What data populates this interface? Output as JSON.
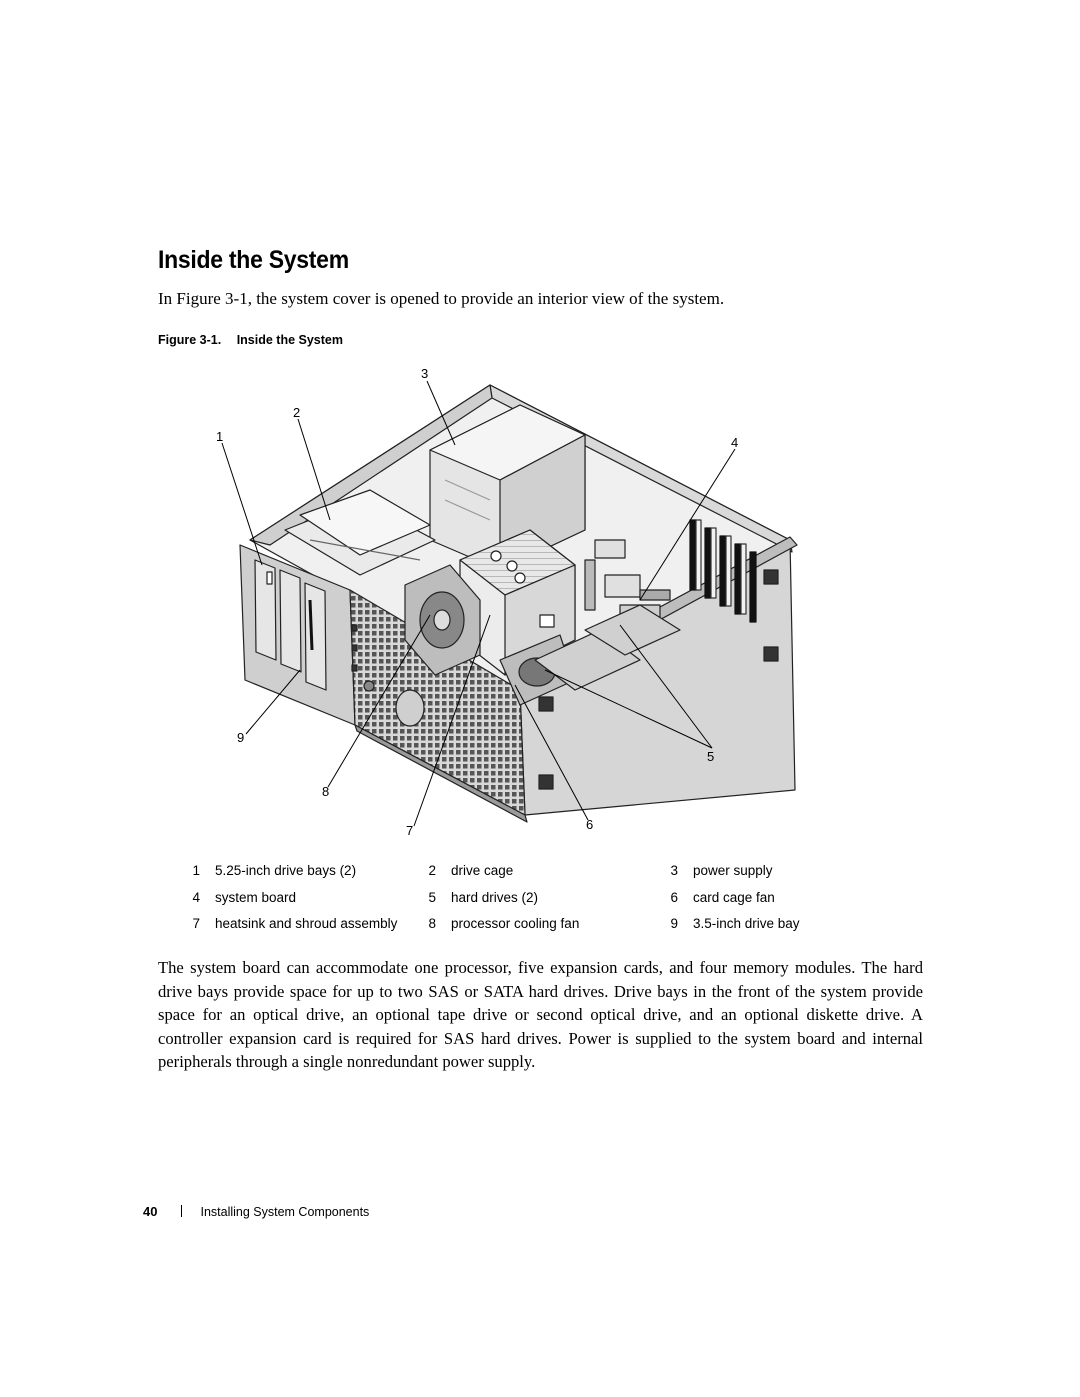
{
  "section": {
    "title": "Inside the System",
    "intro": "In Figure 3-1, the system cover is opened to provide an interior view of the system."
  },
  "figure": {
    "caption_number": "Figure 3-1.",
    "caption_title": "Inside the System",
    "callouts": [
      "1",
      "2",
      "3",
      "4",
      "5",
      "6",
      "7",
      "8",
      "9"
    ]
  },
  "legend": {
    "rows": [
      [
        {
          "num": "1",
          "label": "5.25-inch drive bays (2)"
        },
        {
          "num": "2",
          "label": "drive cage"
        },
        {
          "num": "3",
          "label": "power supply"
        }
      ],
      [
        {
          "num": "4",
          "label": "system board"
        },
        {
          "num": "5",
          "label": "hard drives (2)"
        },
        {
          "num": "6",
          "label": "card cage fan"
        }
      ],
      [
        {
          "num": "7",
          "label": "heatsink and shroud assembly"
        },
        {
          "num": "8",
          "label": "processor cooling fan"
        },
        {
          "num": "9",
          "label": "3.5-inch drive bay"
        }
      ]
    ]
  },
  "body": {
    "paragraph": "The system board can accommodate one processor, five expansion cards, and four memory modules. The hard drive bays provide space for up to two SAS or SATA hard drives. Drive bays in the front of the system provide space for an optical drive, an optional tape drive or second optical drive, and an optional diskette drive. A controller expansion card is required for SAS hard drives. Power is supplied to the system board and internal peripherals through a single nonredundant power supply."
  },
  "footer": {
    "page_number": "40",
    "chapter": "Installing System Components"
  }
}
